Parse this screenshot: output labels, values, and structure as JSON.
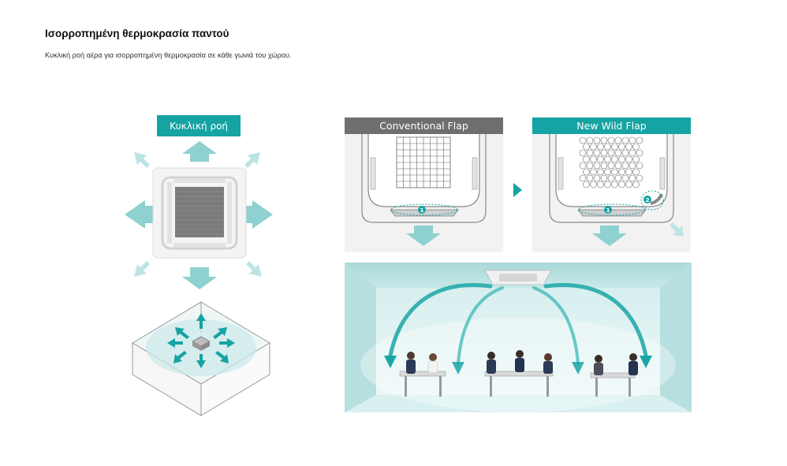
{
  "header": {
    "title": "Ισορροπημένη θερμοκρασία παντού",
    "subtitle": "Κυκλική ροή αέρα για ισορροπημένη θερμοκρασία σε κάθε γωνιά του χώρου."
  },
  "left_panel": {
    "banner_label": "Κυκλική ροή"
  },
  "flap_comparison": {
    "conventional_label": "Conventional Flap",
    "wild_label": "New Wild Flap",
    "marker_one": "1",
    "marker_two": "2"
  },
  "colors": {
    "accent_teal": "#16a3a3",
    "arrow_teal": "#8fd0d0",
    "banner_gray": "#6f6f6f"
  }
}
